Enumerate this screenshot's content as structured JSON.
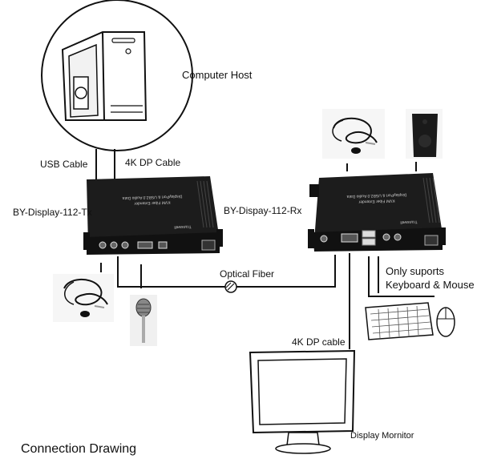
{
  "labels": {
    "computer_host": "Computer Host",
    "usb_cable": "USB Cable",
    "dp_cable_tx": "4K DP Cable",
    "tx_device": "BY-Display-112-Tx",
    "rx_device": "BY-Dispay-112-Rx",
    "optical_fiber": "Optical Fiber",
    "only_supports_line1": "Only suports",
    "only_supports_line2": "Keyboard & Mouse",
    "dp_cable_rx": "4K DP cable",
    "display_monitor": "Display Mornitor",
    "drawing_title": "Connection Drawing"
  },
  "device_print": {
    "product_line1": "DisplayPort & USB2.0 Audio Data",
    "product_line2": "KVM Fiber Extender",
    "brand": "Transwell"
  },
  "colors": {
    "device_body": "#1c1c1c",
    "line": "#111111"
  }
}
